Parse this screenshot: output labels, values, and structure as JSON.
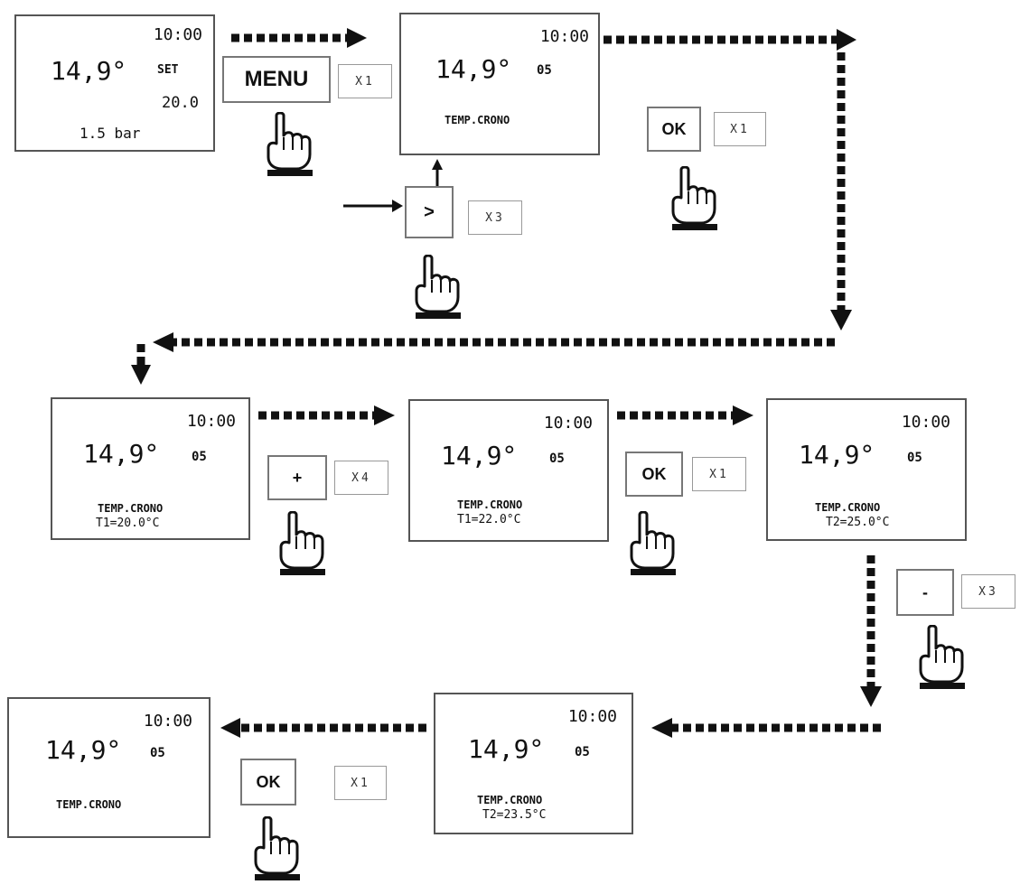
{
  "screens": [
    {
      "time": "10:00",
      "temp": "14,9°",
      "set_label": "SET",
      "set_value": "20.0",
      "pressure": "1.5 bar"
    },
    {
      "time": "10:00",
      "temp": "14,9°",
      "side": "05",
      "label": "TEMP.CRONO"
    },
    {
      "time": "10:00",
      "temp": "14,9°",
      "side": "05",
      "label": "TEMP.CRONO",
      "value": "T1=20.0°C"
    },
    {
      "time": "10:00",
      "temp": "14,9°",
      "side": "05",
      "label": "TEMP.CRONO",
      "value": "T1=22.0°C"
    },
    {
      "time": "10:00",
      "temp": "14,9°",
      "side": "05",
      "label": "TEMP.CRONO",
      "value": "T2=25.0°C"
    },
    {
      "time": "10:00",
      "temp": "14,9°",
      "side": "05",
      "label": "TEMP.CRONO",
      "value": "T2=23.5°C"
    },
    {
      "time": "10:00",
      "temp": "14,9°",
      "side": "05",
      "label": "TEMP.CRONO"
    }
  ],
  "steps": [
    {
      "key": "MENU",
      "count": "X1"
    },
    {
      "key": ">",
      "count": "X3"
    },
    {
      "key": "OK",
      "count": "X1"
    },
    {
      "key": "+",
      "count": "X4"
    },
    {
      "key": "OK",
      "count": "X1"
    },
    {
      "key": "-",
      "count": "X3"
    },
    {
      "key": "OK",
      "count": "X1"
    }
  ],
  "icons": {
    "press": "pointing-hand-icon",
    "flow": "dotted-arrow",
    "entry": "solid-arrow"
  },
  "colors": {
    "line": "#111111",
    "border": "#555555",
    "background": "#ffffff"
  }
}
